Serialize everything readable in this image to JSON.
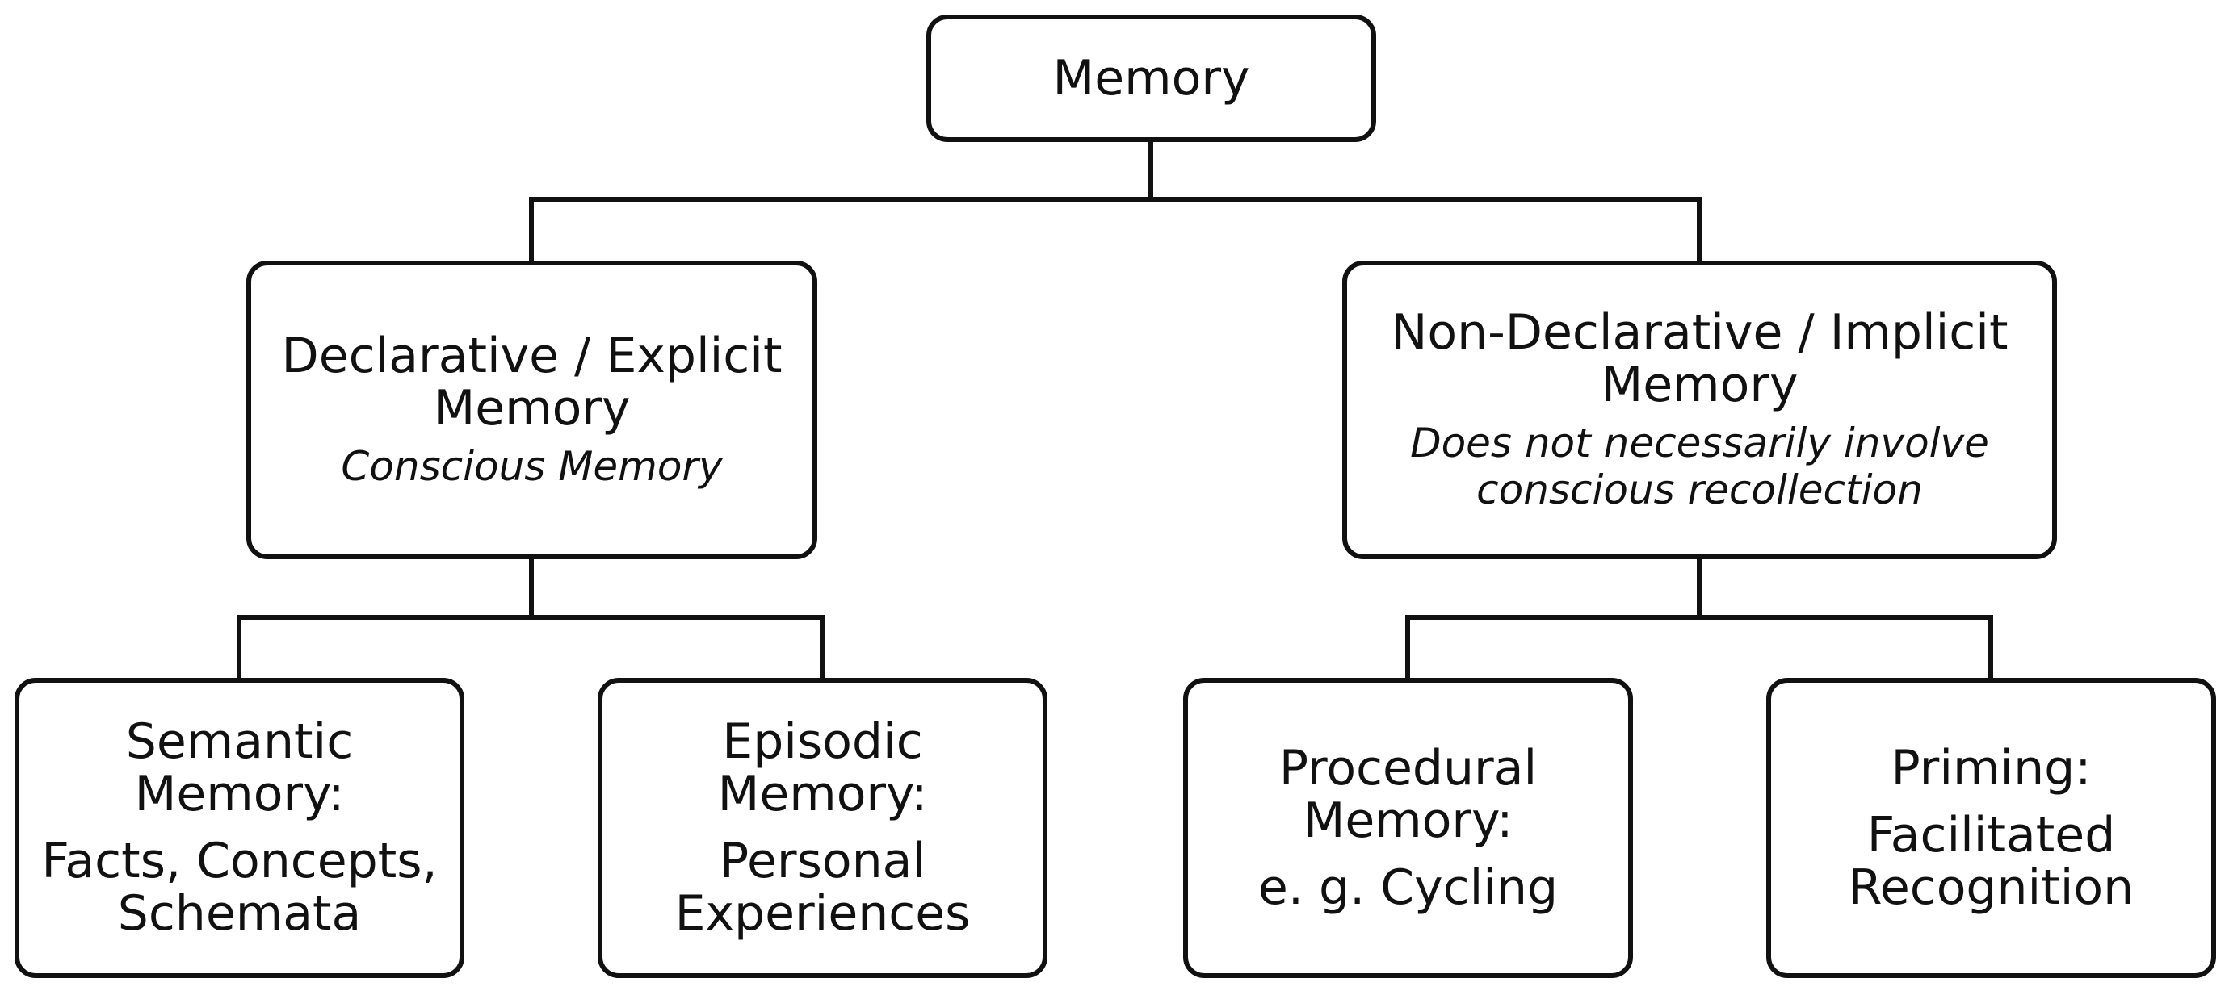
{
  "root": {
    "title": "Memory"
  },
  "declarative": {
    "title_line1": "Declarative / Explicit",
    "title_line2": "Memory",
    "subtitle": "Conscious Memory"
  },
  "nondeclarative": {
    "title_line1": "Non-Declarative / Implicit",
    "title_line2": "Memory",
    "subtitle_line1": "Does not necessarily involve",
    "subtitle_line2": "conscious recollection"
  },
  "semantic": {
    "title_line1": "Semantic",
    "title_line2": "Memory:",
    "detail_line1": "Facts, Concepts,",
    "detail_line2": "Schemata"
  },
  "episodic": {
    "title_line1": "Episodic",
    "title_line2": "Memory:",
    "detail_line1": "Personal",
    "detail_line2": "Experiences"
  },
  "procedural": {
    "title_line1": "Procedural",
    "title_line2": "Memory:",
    "detail_line1": "e. g. Cycling"
  },
  "priming": {
    "title_line1": "Priming:",
    "detail_line1": "Facilitated",
    "detail_line2": "Recognition"
  },
  "colors": {
    "stroke": "#111111",
    "background": "#ffffff"
  }
}
